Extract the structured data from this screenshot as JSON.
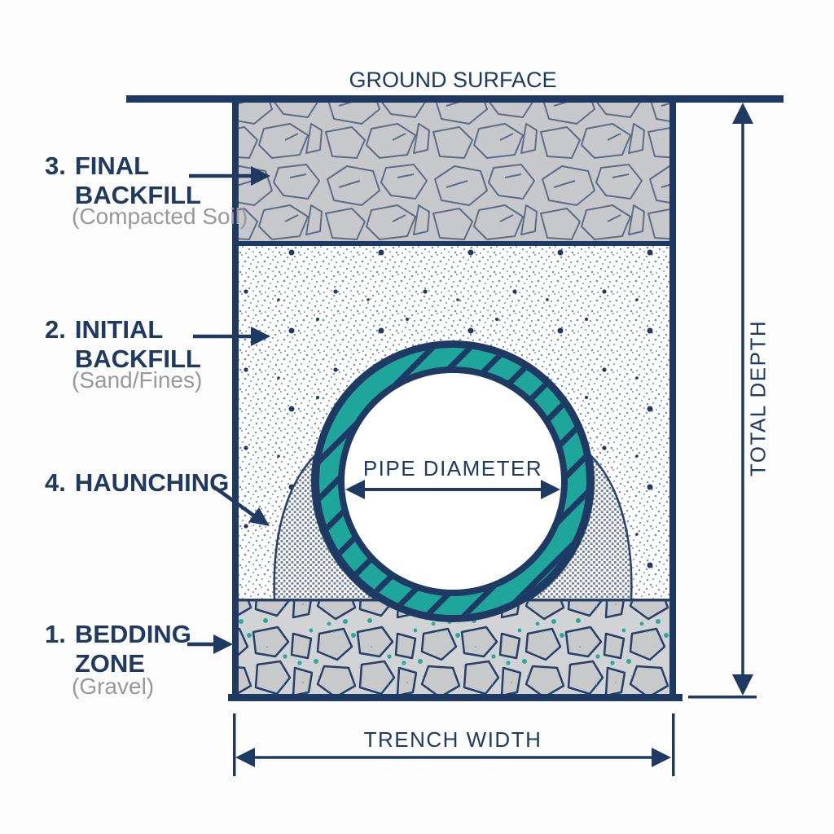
{
  "diagram": {
    "title": "GROUND SURFACE",
    "pipe_label": "PIPE DIAMETER",
    "depth_label": "TOTAL DEPTH",
    "width_label": "TRENCH WIDTH",
    "labels": [
      {
        "num": "3.",
        "title": "FINAL\nBACKFILL",
        "subtitle": "(Compacted Soil)"
      },
      {
        "num": "2.",
        "title": "INITIAL\nBACKFILL",
        "subtitle": "(Sand/Fines)"
      },
      {
        "num": "4.",
        "title": "HAUNCHING",
        "subtitle": ""
      },
      {
        "num": "1.",
        "title": "BEDDING\nZONE",
        "subtitle": "(Gravel)"
      }
    ],
    "colors": {
      "navy": "#1e3a63",
      "teal": "#1fa69c",
      "soil_gray": "#c7c8cb",
      "rock_outline": "#5e6d84",
      "label_gray": "#97999e",
      "gravel_dot_teal": "#2aa79e"
    }
  }
}
